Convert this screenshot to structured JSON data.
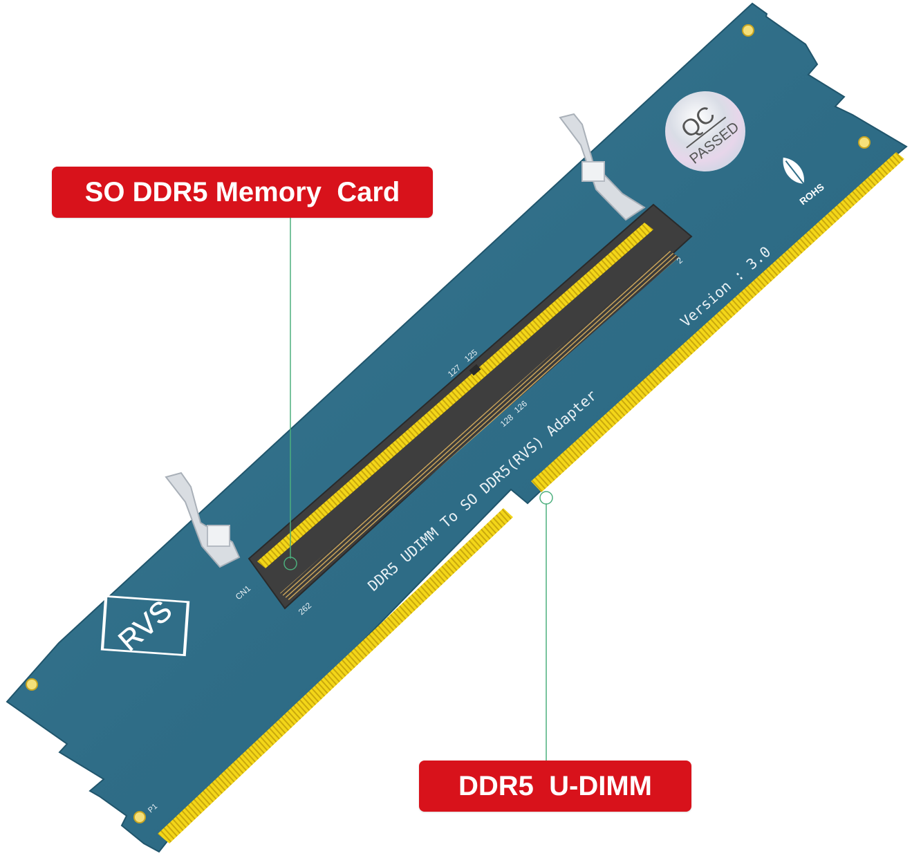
{
  "callouts": {
    "memory_card": "SO DDR5 Memory  Card",
    "udimm": "DDR5  U-DIMM"
  },
  "board": {
    "adapter_text": "DDR5  UDIMM  To  SO  DDR5(RVS)  Adapter",
    "version_text": "Version : 3.0",
    "logo_text": "RVS",
    "connector_label": "CN1",
    "pin_labels": {
      "pin_262": "262",
      "pin_2": "2",
      "pin_127": "127",
      "pin_125": "125",
      "pin_128": "128",
      "pin_126": "126",
      "p1": "P1"
    },
    "badge": {
      "line1": "QC",
      "line2": "PASSED"
    },
    "rohs": "ROHS"
  },
  "colors": {
    "pcb": "#2e6b86",
    "pcb_dark": "#235a72",
    "gold": "#f0d21a",
    "slot": "#4a4a4a",
    "callout": "#d8121b",
    "leader": "#4caf7d"
  }
}
